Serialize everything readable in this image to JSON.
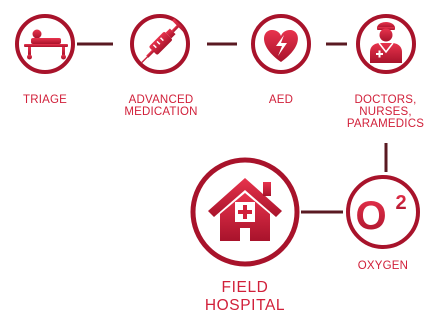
{
  "colors": {
    "accent": "#d1203a",
    "accent_dark": "#9e1228",
    "ring_inner": "#ffffff",
    "connector": "#5a1a22"
  },
  "nodes": [
    {
      "id": "triage",
      "label": "TRIAGE",
      "icon": "stretcher-icon"
    },
    {
      "id": "advanced-medication",
      "label": "ADVANCED\nMEDICATION",
      "icon": "syringe-icon"
    },
    {
      "id": "aed",
      "label": "AED",
      "icon": "heart-lightning-icon"
    },
    {
      "id": "doctors",
      "label": "DOCTORS,\nNURSES,\nPARAMEDICS",
      "icon": "doctor-icon"
    },
    {
      "id": "field-hospital",
      "label": "FIELD\nHOSPITAL",
      "icon": "hospital-house-icon"
    },
    {
      "id": "oxygen",
      "label": "OXYGEN",
      "icon": "oxygen-icon",
      "symbol": "O",
      "superscript": "2"
    }
  ]
}
